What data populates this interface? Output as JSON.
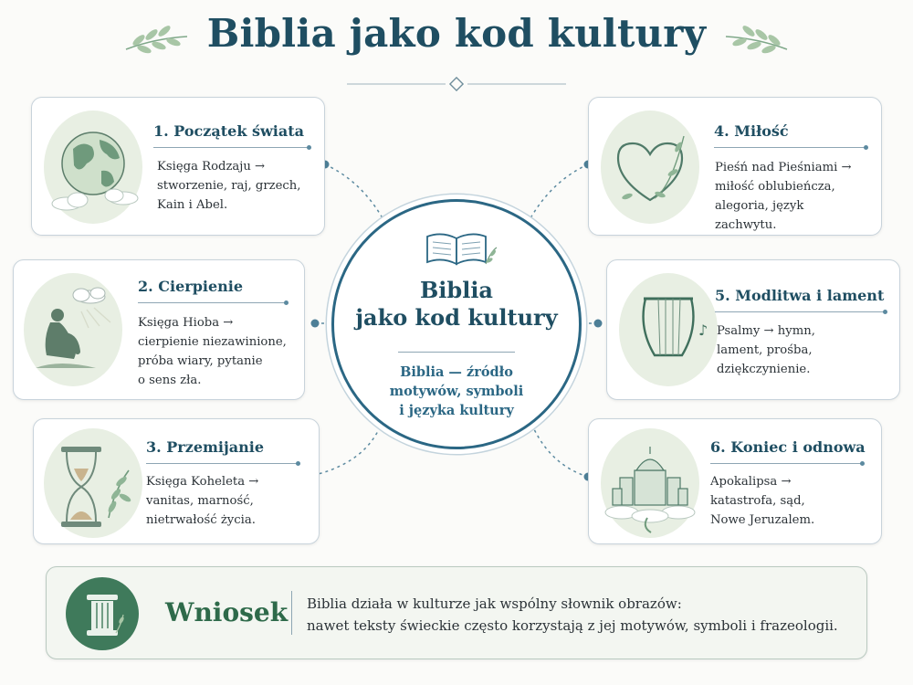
{
  "title": "Biblia jako kod kultury",
  "center": {
    "title": "Biblia\njako kod kultury",
    "subtitle": "Biblia — źródło\nmotywów, symboli\ni języka kultury",
    "icon": "open-book-icon"
  },
  "cards": [
    {
      "title": "1. Początek świata",
      "text": "Księga Rodzaju →\nstworzenie, raj, grzech,\nKain i Abel.",
      "icon": "globe-icon"
    },
    {
      "title": "2. Cierpienie",
      "text": "Księga Hioba →\ncierpienie niezawinione,\npróba wiary, pytanie\no sens zła.",
      "icon": "suffering-figure-icon"
    },
    {
      "title": "3. Przemijanie",
      "text": "Księga Koheleta →\nvanitas, marność,\nnietrwałość życia.",
      "icon": "hourglass-icon"
    },
    {
      "title": "4. Miłość",
      "text": "Pieśń nad Pieśniami →\nmiłość oblubieńcza,\nalegoria, język\nzachwytu.",
      "icon": "heart-vine-icon"
    },
    {
      "title": "5. Modlitwa i lament",
      "text": "Psalmy → hymn,\nlament, prośba,\ndziękczynienie.",
      "icon": "lyre-icon"
    },
    {
      "title": "6. Koniec i odnowa",
      "text": "Apokalipsa →\nkatastrofa, sąd,\nNowe Jeruzalem.",
      "icon": "city-icon"
    }
  ],
  "conclusion": {
    "label": "Wniosek",
    "text": "Biblia działa w kulturze jak wspólny słownik obrazów:\nnawet teksty świeckie często korzystają z jej motywów, symboli i frazeologii.",
    "icon": "column-icon"
  },
  "colors": {
    "accent": "#1f4e62",
    "green": "#2e6a4a",
    "circle_fill": "#e8efe3"
  }
}
